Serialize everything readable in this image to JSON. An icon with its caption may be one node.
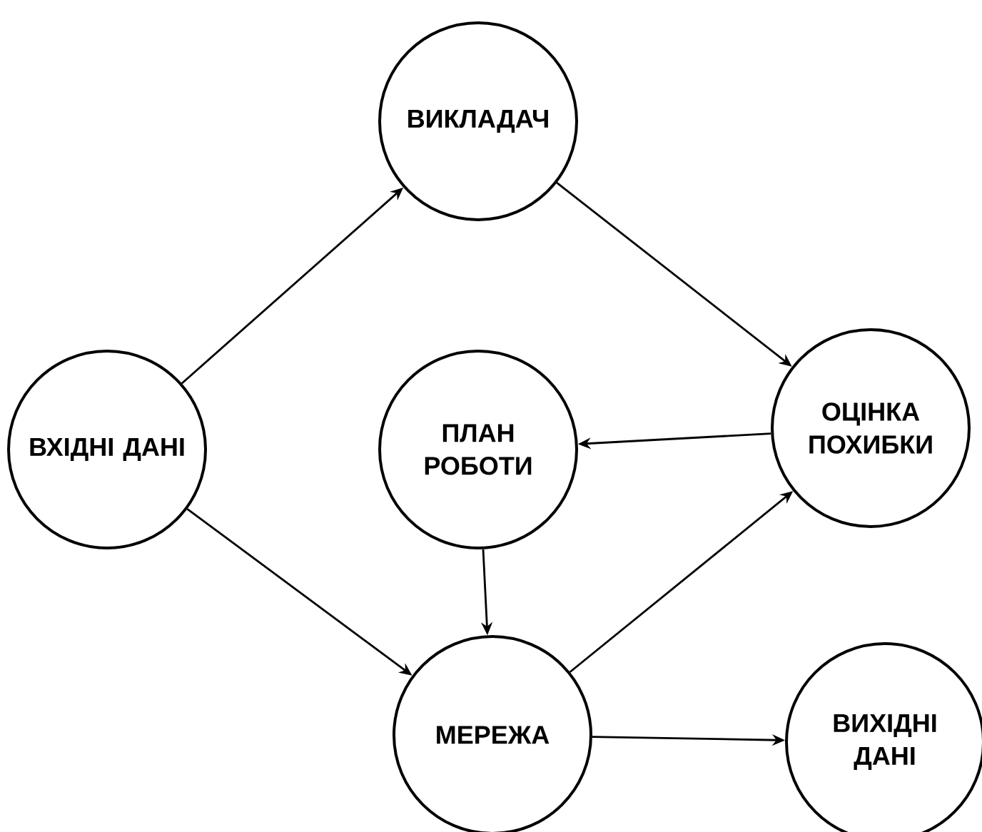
{
  "diagram": {
    "nodes": [
      {
        "text": [
          "ВХІДНІ ДАНІ"
        ]
      },
      {
        "text": [
          "ВИКЛАДАЧ"
        ]
      },
      {
        "text": [
          "ПЛАН РОБОТИ"
        ]
      },
      {
        "text": [
          "ОЦІНКА ПОХИБКИ"
        ]
      },
      {
        "text": [
          "МЕРЕЖА"
        ]
      },
      {
        "text": [
          "ВИХІДНІ ДАНІ"
        ]
      }
    ],
    "edges": [
      {
        "from": 0,
        "to": 1,
        "arrow": "to"
      },
      {
        "from": 1,
        "to": 3,
        "arrow": "to"
      },
      {
        "from": 3,
        "to": 2,
        "arrow": "to"
      },
      {
        "from": 2,
        "to": 4,
        "arrow": "to"
      },
      {
        "from": 0,
        "to": 4,
        "arrow": "to"
      },
      {
        "from": 4,
        "to": 3,
        "arrow": "to"
      },
      {
        "from": 4,
        "to": 5,
        "arrow": "to"
      }
    ]
  }
}
